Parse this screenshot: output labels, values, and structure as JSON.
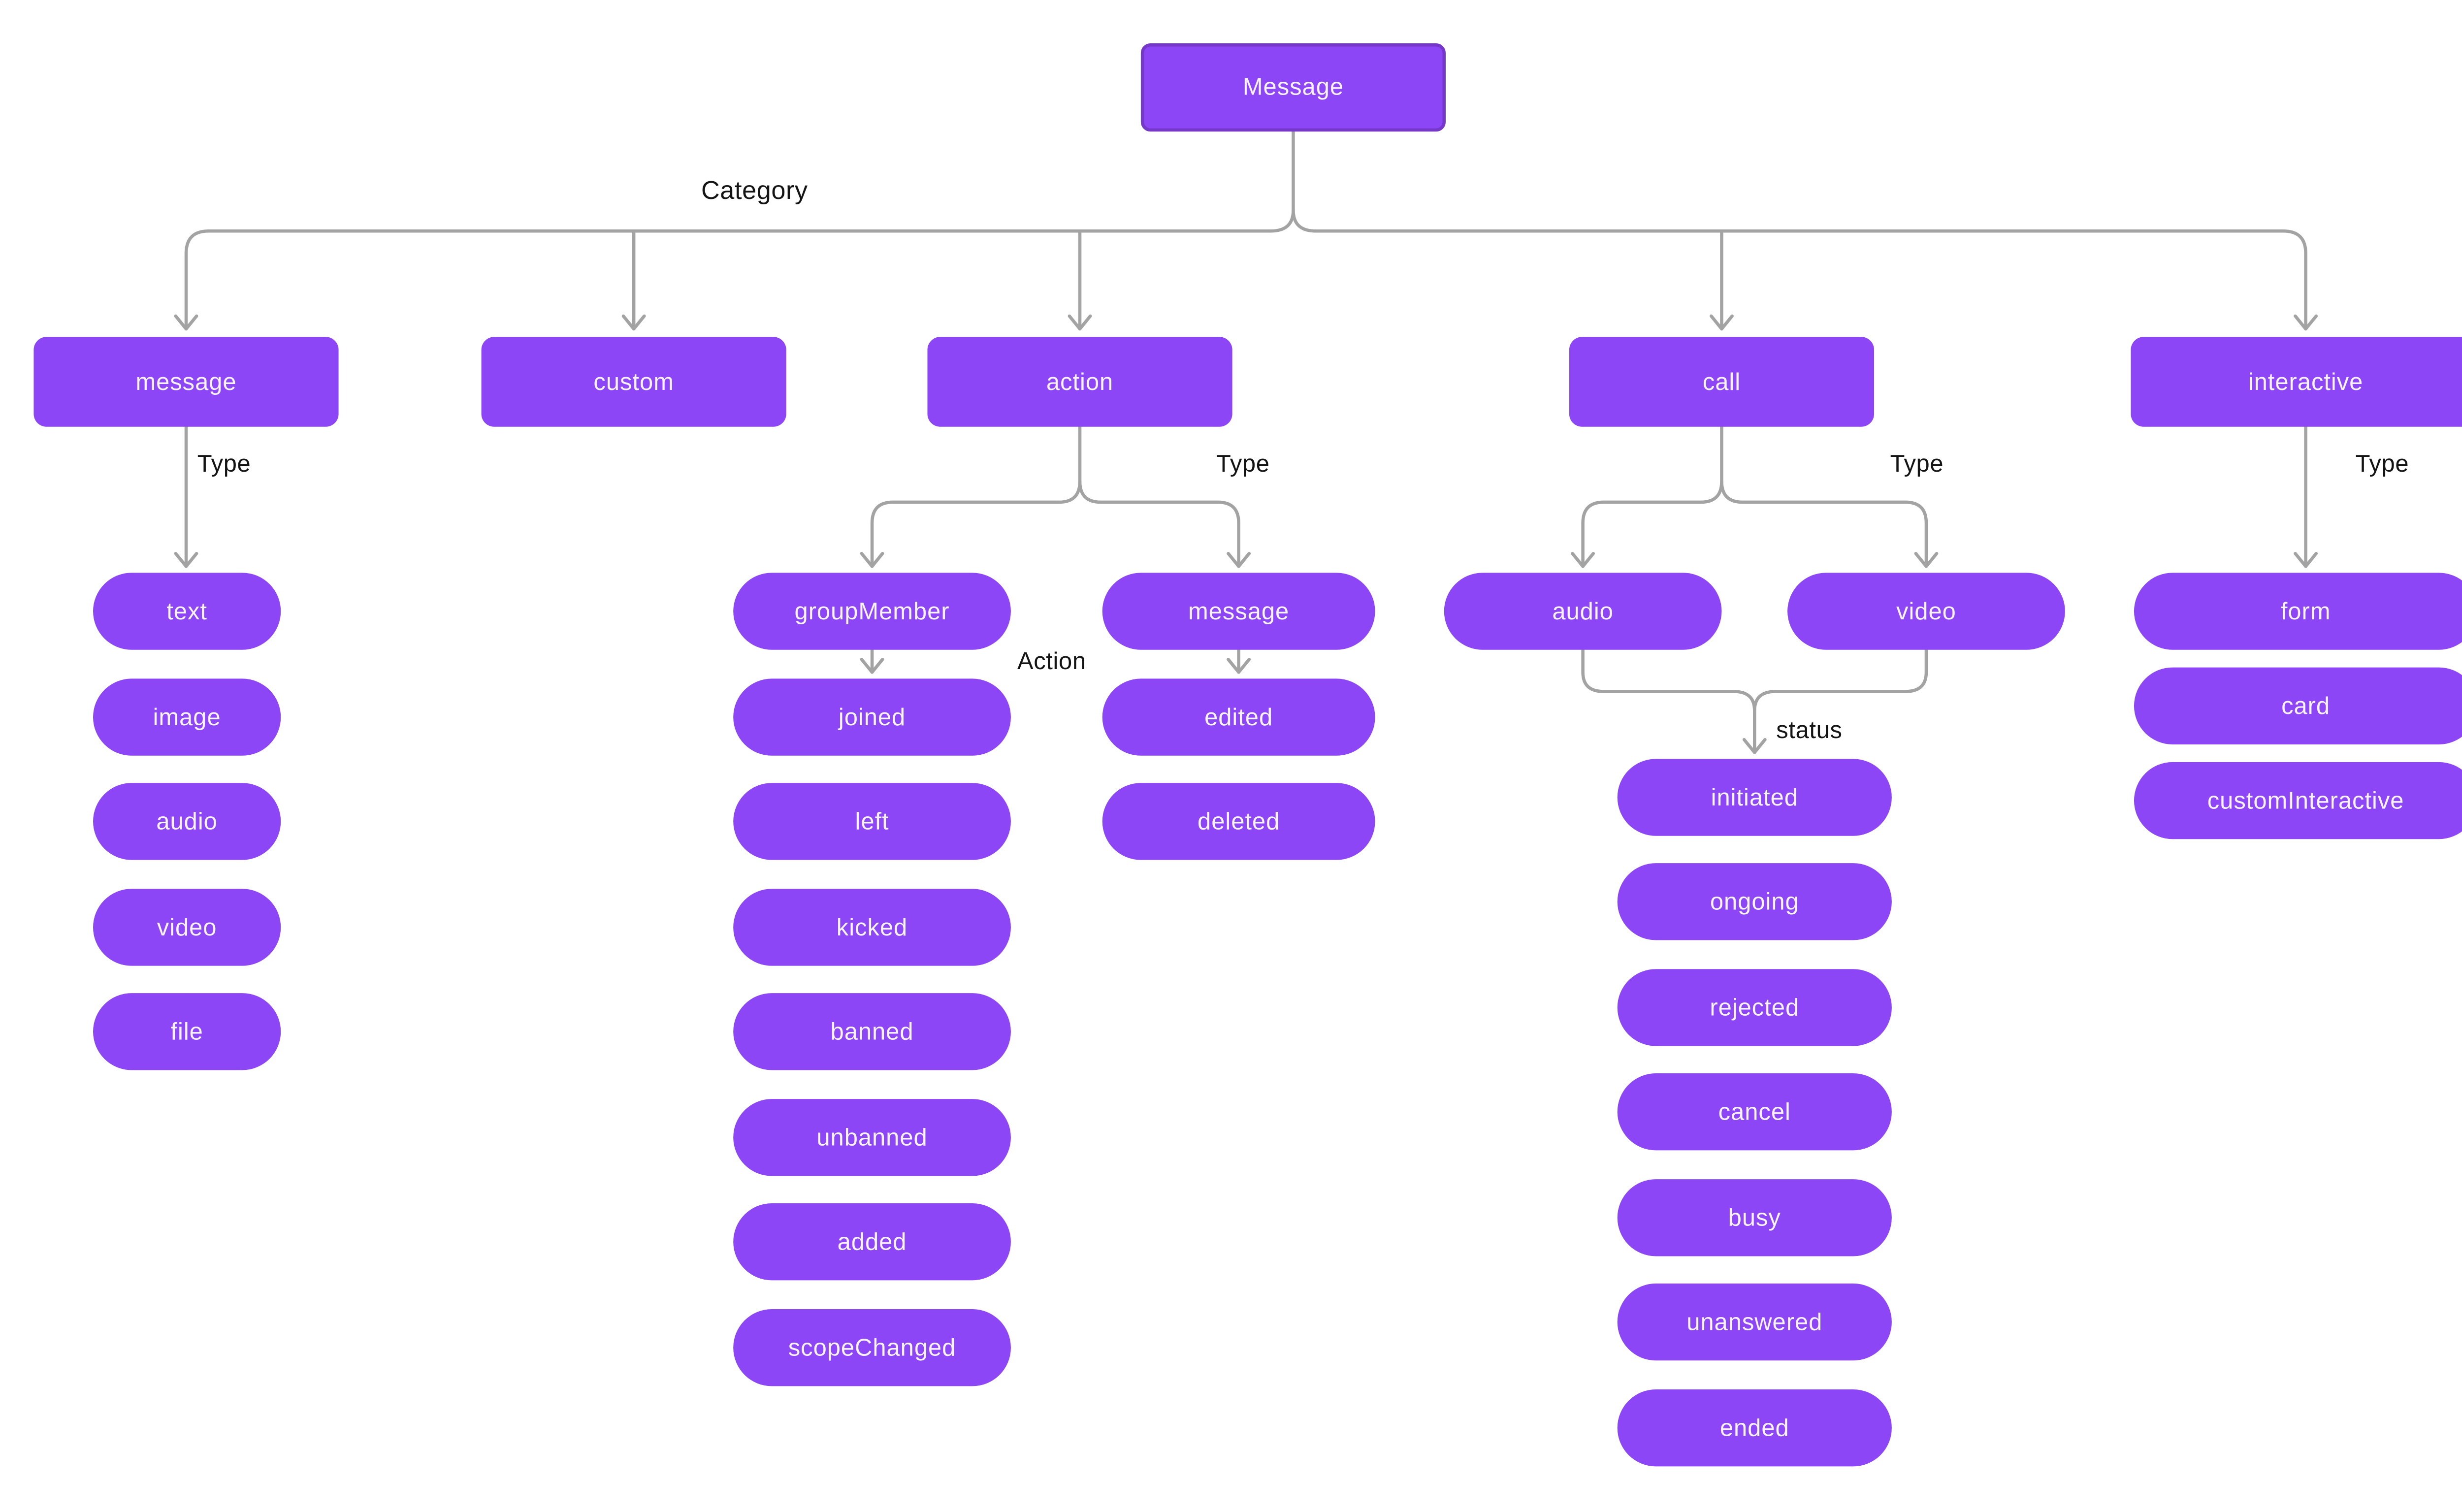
{
  "colors": {
    "background": "#ffffff",
    "node_fill": "#8c46f6",
    "node_text": "#f7f2ff",
    "root_border": "#7538c9",
    "connector": "#a3a3a3",
    "label_text": "#141414"
  },
  "root": {
    "label": "Message"
  },
  "edge_labels": {
    "category": "Category",
    "type": "Type",
    "action": "Action",
    "status": "status"
  },
  "categories": [
    "message",
    "custom",
    "action",
    "call",
    "interactive"
  ],
  "message_types": [
    "text",
    "image",
    "audio",
    "video",
    "file"
  ],
  "action_types": [
    "groupMember",
    "message"
  ],
  "group_member_actions": [
    "joined",
    "left",
    "kicked",
    "banned",
    "unbanned",
    "added",
    "scopeChanged"
  ],
  "action_message_types": [
    "edited",
    "deleted"
  ],
  "call_types": [
    "audio",
    "video"
  ],
  "call_statuses": [
    "initiated",
    "ongoing",
    "rejected",
    "cancel",
    "busy",
    "unanswered",
    "ended"
  ],
  "interactive_types": [
    "form",
    "card",
    "customInteractive"
  ]
}
